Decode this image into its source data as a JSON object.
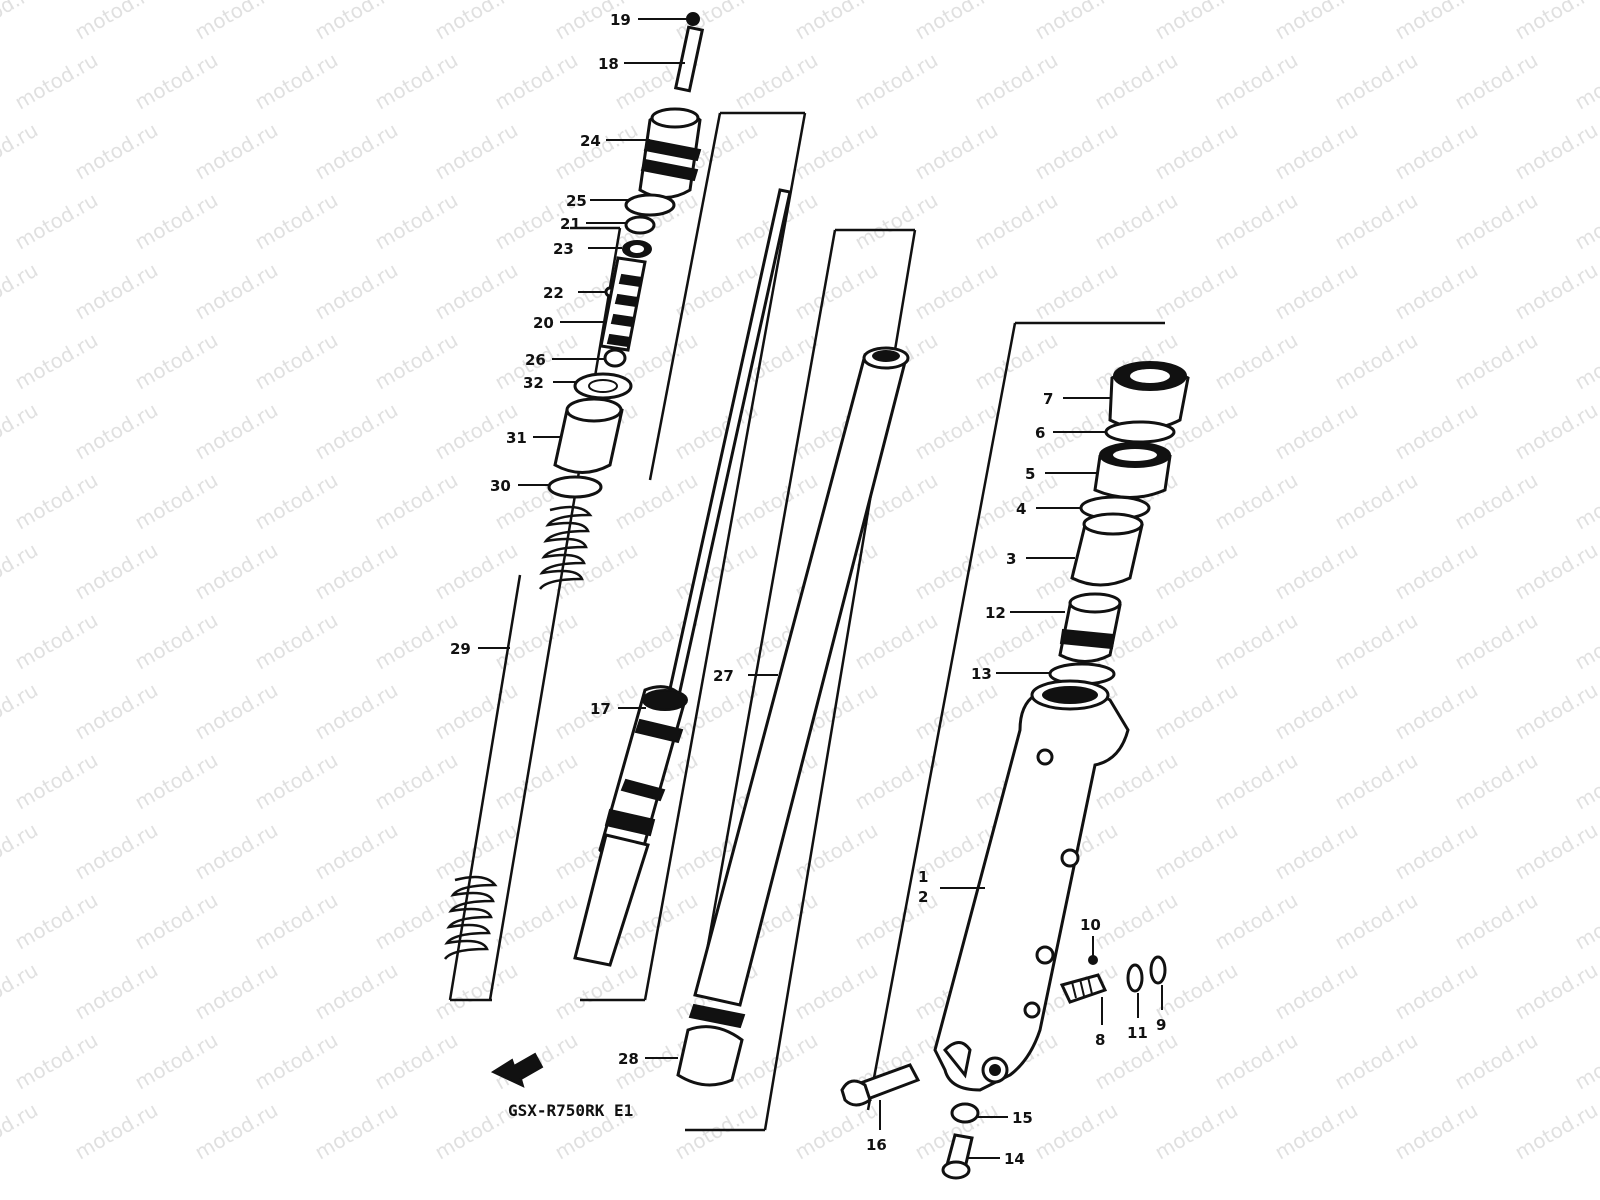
{
  "model_code": "GSX-R750RK E1",
  "watermark": "motod.ru",
  "labels": {
    "p1": "1",
    "p2": "2",
    "p3": "3",
    "p4": "4",
    "p5": "5",
    "p6": "6",
    "p7": "7",
    "p8": "8",
    "p9": "9",
    "p10": "10",
    "p11": "11",
    "p12": "12",
    "p13": "13",
    "p14": "14",
    "p15": "15",
    "p16": "16",
    "p17": "17",
    "p18": "18",
    "p19": "19",
    "p20": "20",
    "p21": "21",
    "p22": "22",
    "p23": "23",
    "p24": "24",
    "p25": "25",
    "p26": "26",
    "p27": "27",
    "p28": "28",
    "p29": "29",
    "p30": "30",
    "p31": "31",
    "p32": "32"
  },
  "colors": {
    "ink": "#111111",
    "background": "#ffffff",
    "watermark": "#c8c8c8"
  }
}
